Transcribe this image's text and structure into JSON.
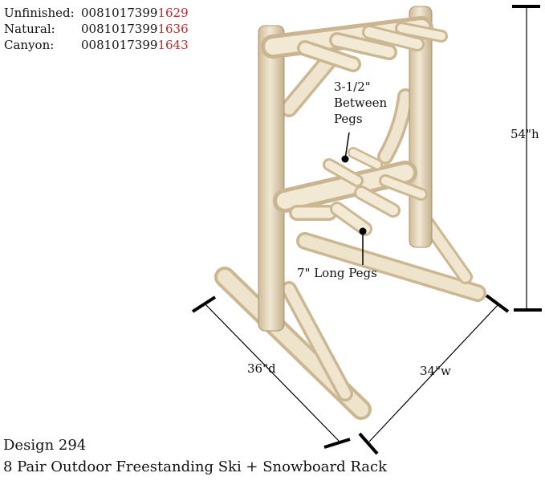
{
  "skus": [
    {
      "label": "Unfinished:",
      "prefix": "0081017399",
      "suffix": "1629"
    },
    {
      "label": "Natural:",
      "prefix": "0081017399",
      "suffix": "1636"
    },
    {
      "label": "Canyon:",
      "prefix": "0081017399",
      "suffix": "1643"
    }
  ],
  "callouts": {
    "peg_spacing": [
      "3-1/2\"",
      "Between",
      "Pegs"
    ],
    "peg_length": "7\" Long Pegs"
  },
  "dimensions": {
    "height": "54\"h",
    "depth": "36\"d",
    "width": "34\"w"
  },
  "footer": {
    "design": "Design 294",
    "product": "8 Pair Outdoor Freestanding Ski + Snowboard Rack"
  },
  "colors": {
    "accent_red": "#c0282b",
    "wood": "#eadfc6",
    "wood_shadow": "#c9b896"
  }
}
